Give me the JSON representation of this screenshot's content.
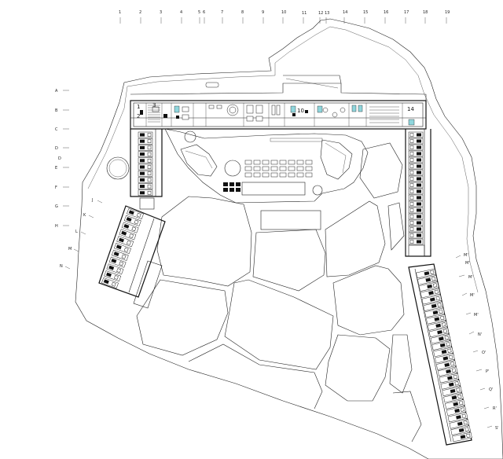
{
  "grid_columns": [
    "1",
    "2",
    "3",
    "4",
    "5",
    "6",
    "7",
    "8",
    "9",
    "10",
    "11",
    "12",
    "13",
    "14",
    "15",
    "16",
    "17",
    "18",
    "19"
  ],
  "grid_rows_left": [
    "A",
    "B",
    "C",
    "D",
    "D",
    "E",
    "F",
    "G",
    "H",
    "J",
    "K",
    "L",
    "M",
    "N"
  ],
  "grid_rows_right": [
    "M'",
    "M'",
    "M'",
    "M'",
    "M'",
    "N'",
    "O'",
    "P'",
    "Q'",
    "R'",
    "S'"
  ],
  "room_numbers": [
    "1",
    "2",
    "3",
    "10",
    "14"
  ],
  "colors": {
    "line": "#222222",
    "accent_wet": "#8fd6dd",
    "background": "#ffffff"
  }
}
